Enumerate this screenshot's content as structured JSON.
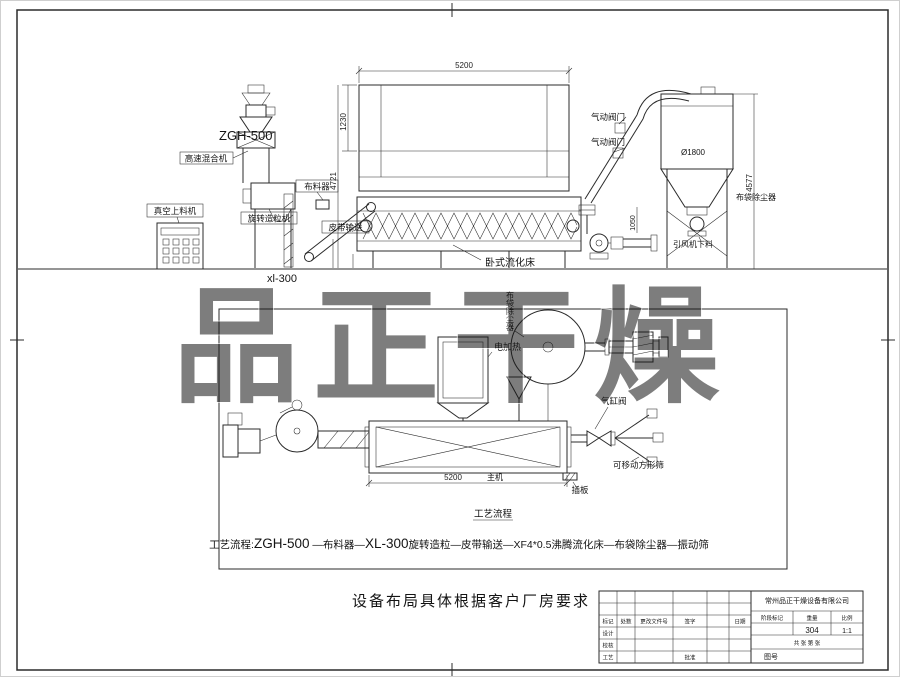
{
  "watermark": "品正干燥",
  "elevation": {
    "vacuum_feeder": "真空上料机",
    "zgh500": "ZGH-500",
    "mixer": "高速混合机",
    "distributor": "布料器",
    "granulator": "旋转造粒机",
    "belt": "皮带输送",
    "xl300": "xl-300",
    "fluid_bed": "卧式流化床",
    "pneumatic_valve": "气动阀门",
    "diameter": "Ø1800",
    "dust_collector": "布袋除尘器",
    "fan_discharge": "引风机下料",
    "dims": {
      "top_width": "5200",
      "box_height": "1230",
      "left_height": "4721",
      "collector_height": "4577",
      "discharge_height": "1050"
    }
  },
  "plan": {
    "heater": "电加热",
    "bag_filter_vertical": "布袋除尘器",
    "cylinder_valve": "气缸阀",
    "movable_sieve": "可移动方形筛",
    "gate": "插板",
    "main_dim": "5200",
    "main_machine": "主机"
  },
  "process": {
    "title": "工艺流程",
    "flow_prefix": "工艺流程:",
    "flow_model1": "ZGH-500",
    "flow_mid1": " —布料器—",
    "flow_model2": "XL-300",
    "flow_rest": "旋转造粒—皮带输送—XF4*0.5沸腾流化床—布袋除尘器—振动筛"
  },
  "note": "设备布局具体根据客户厂房要求",
  "title_block": {
    "company": "常州品正干燥设备有限公司",
    "mark": "标记",
    "count": "处数",
    "change_doc": "更改文件号",
    "signature": "签字",
    "date": "日期",
    "design": "设计",
    "check": "校核",
    "craft": "工艺",
    "approve": "批准",
    "stage_mark": "阶段标记",
    "weight": "重量",
    "scale_label": "比例",
    "scale": "1:1",
    "number": "304",
    "drawing_no": "图号",
    "sheet": "共 张 第 张"
  }
}
